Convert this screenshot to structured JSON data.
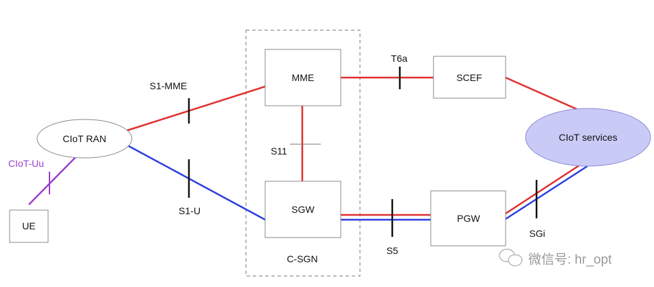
{
  "nodes": {
    "mme": "MME",
    "sgw": "SGW",
    "scef": "SCEF",
    "pgw": "PGW",
    "ue": "UE",
    "ran": "CIoT RAN",
    "services": "CIoT services",
    "csgn": "C-SGN"
  },
  "interfaces": {
    "s1_mme": "S1-MME",
    "s1_u": "S1-U",
    "s11": "S11",
    "t6a": "T6a",
    "s5": "S5",
    "sgi": "SGi",
    "ciot_uu": "CIoT-Uu"
  },
  "watermark": "微信号: hr_opt",
  "colors": {
    "control": "#e03030",
    "user": "#2b3fe0",
    "radio": "#9b3fd0",
    "services_fill": "#cacaf6"
  }
}
